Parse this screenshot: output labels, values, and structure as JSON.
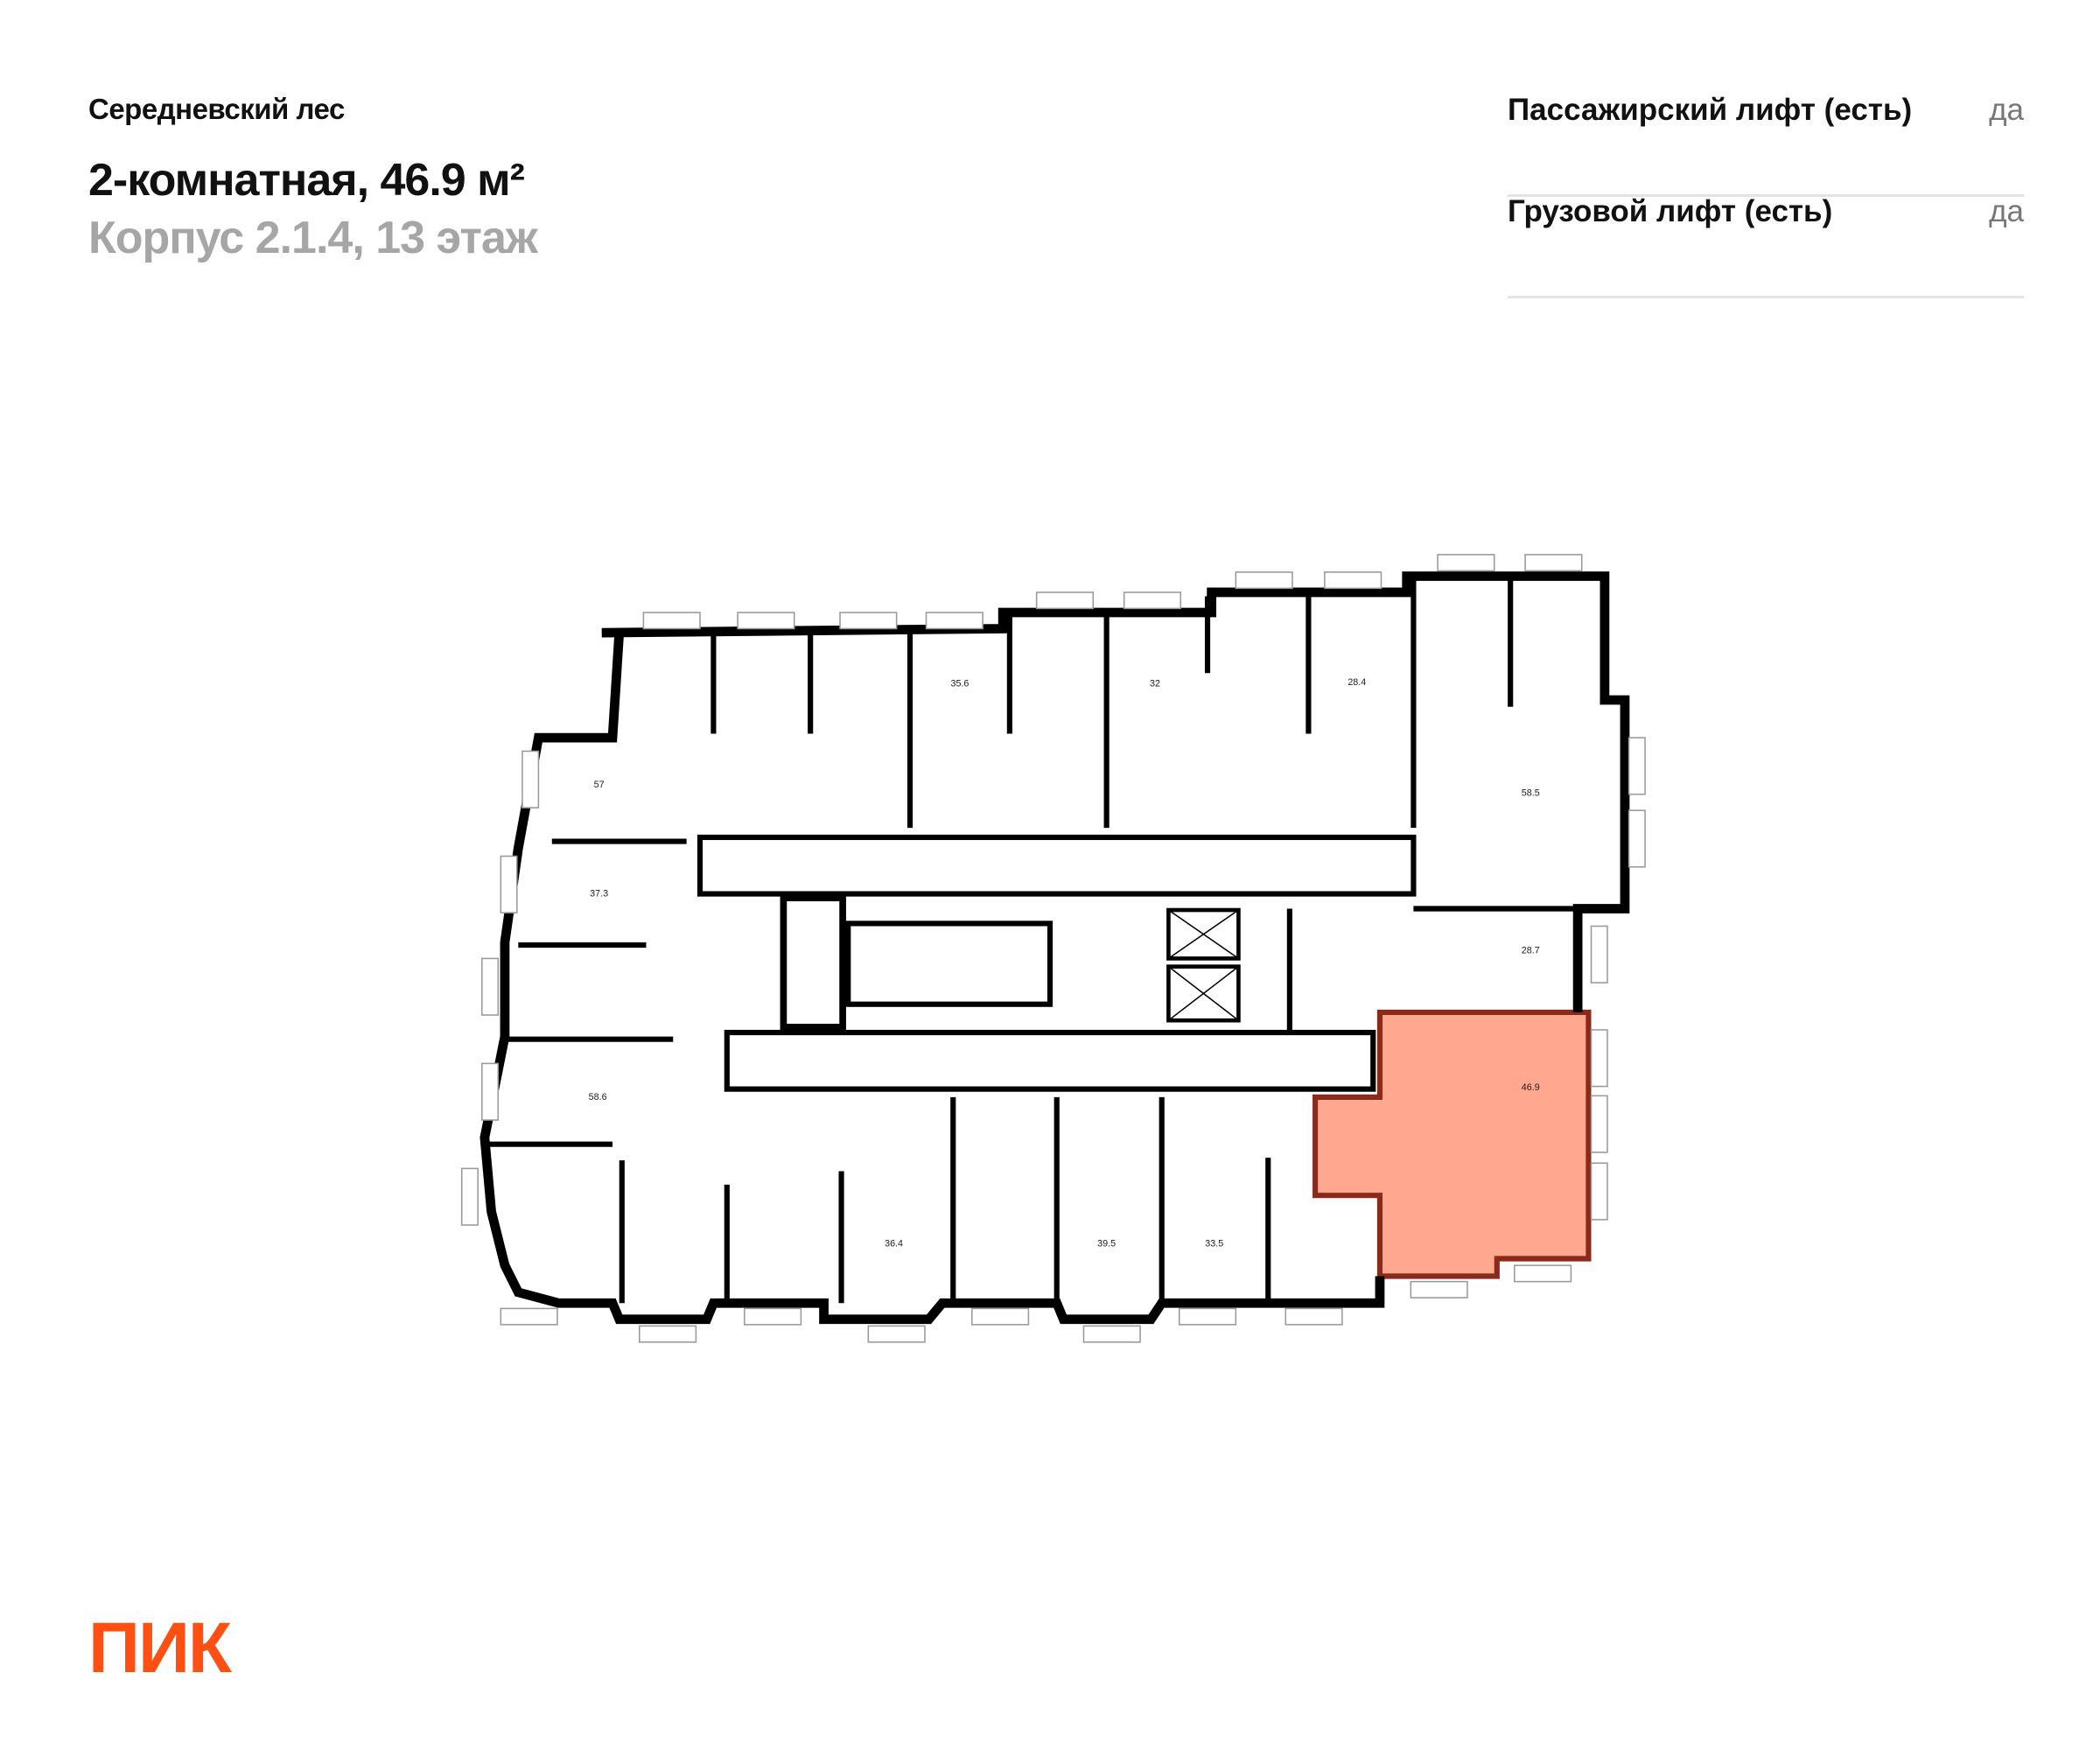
{
  "header": {
    "complex": "Середневский лес",
    "title": "2-комнатная, 46.9 м²",
    "subtitle": "Корпус 2.1.4, 13 этаж"
  },
  "features": [
    {
      "label": "Пассажирский лифт (есть)",
      "value": "да"
    },
    {
      "label": "Грузовой лифт (есть)",
      "value": "да"
    }
  ],
  "plan": {
    "highlight_color": "#ffa78f",
    "highlight_border": "#8b2a1a",
    "apartments": [
      "57",
      "37.3",
      "58.6",
      "35.6",
      "32",
      "28.4",
      "58.5",
      "28.7",
      "46.9",
      "36.4",
      "39.5",
      "33.5"
    ]
  },
  "logo": "ПИК",
  "brand_color": "#ff4f12"
}
